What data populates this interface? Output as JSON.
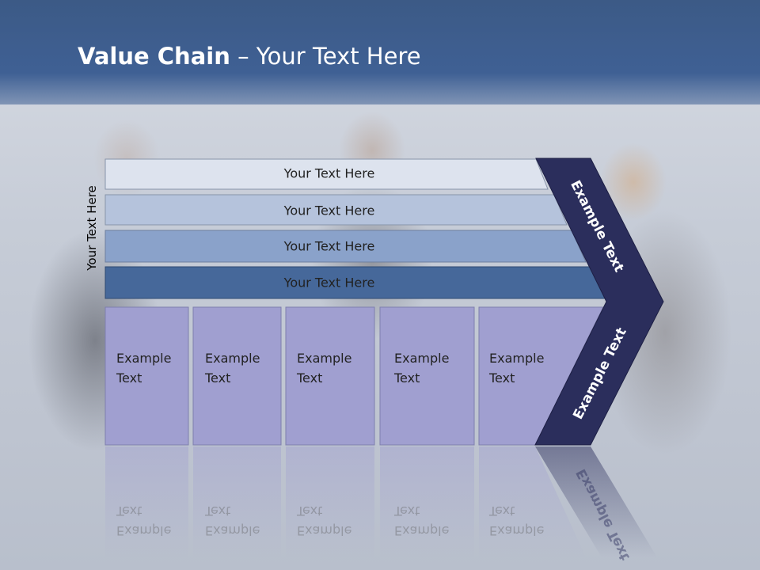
{
  "slide": {
    "title_bold": "Value Chain",
    "title_rest": " – Your Text Here",
    "side_label": "Your Text Here"
  },
  "bars": [
    {
      "label": "Your Text Here",
      "color": "#dde3ee"
    },
    {
      "label": "Your Text Here",
      "color": "#b5c3dc"
    },
    {
      "label": "Your Text Here",
      "color": "#8aa2ca"
    },
    {
      "label": "Your Text Here",
      "color": "#46689a"
    }
  ],
  "boxes": [
    {
      "line1": "Example",
      "line2": "Text"
    },
    {
      "line1": "Example",
      "line2": "Text"
    },
    {
      "line1": "Example",
      "line2": "Text"
    },
    {
      "line1": "Example",
      "line2": "Text"
    },
    {
      "line1": "Example",
      "line2": "Text"
    }
  ],
  "chevron": {
    "upper_text": "Example Text",
    "lower_text": "Example Text",
    "color": "#2b2e5c"
  },
  "colors": {
    "header": "#3f6094",
    "box": "#a09fd0"
  }
}
